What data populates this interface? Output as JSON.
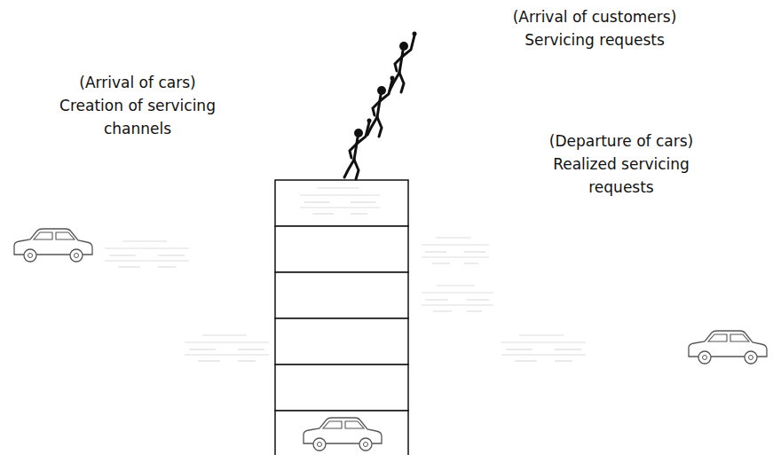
{
  "diagram": {
    "labels": [
      "(Arrival of customers)",
      "Servicing requests",
      "(Arrival of cars)",
      "Creation of servicing channels",
      "(Departure of cars)",
      "Realized servicing requests"
    ]
  }
}
